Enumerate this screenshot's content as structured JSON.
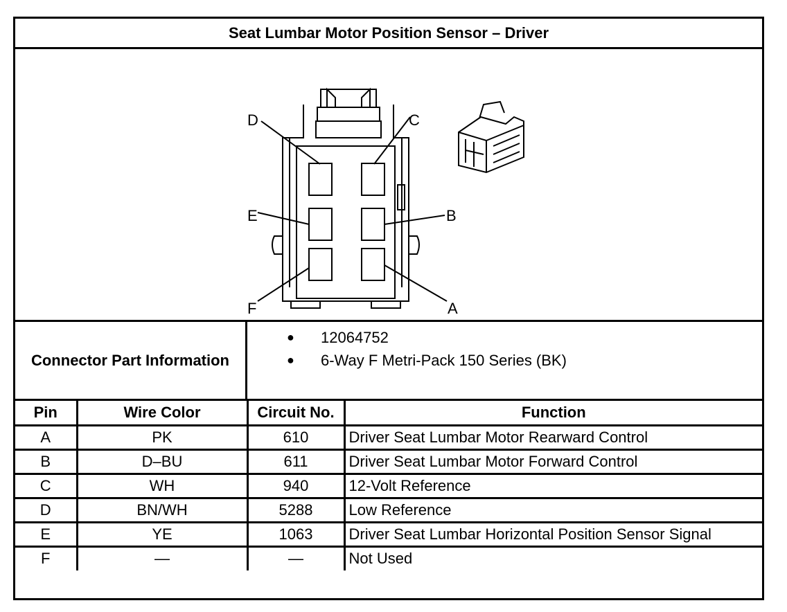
{
  "title": "Seat Lumbar Motor Position Sensor – Driver",
  "diagram": {
    "pin_labels": [
      "D",
      "C",
      "E",
      "B",
      "F",
      "A"
    ]
  },
  "connector_info": {
    "label": "Connector Part Information",
    "items": [
      "12064752",
      "6-Way F Metri-Pack 150 Series (BK)"
    ]
  },
  "table": {
    "headers": [
      "Pin",
      "Wire Color",
      "Circuit No.",
      "Function"
    ],
    "rows": [
      {
        "pin": "A",
        "wire": "PK",
        "circuit": "610",
        "function": "Driver Seat Lumbar Motor Rearward Control"
      },
      {
        "pin": "B",
        "wire": "D–BU",
        "circuit": "611",
        "function": "Driver Seat Lumbar Motor Forward Control"
      },
      {
        "pin": "C",
        "wire": "WH",
        "circuit": "940",
        "function": "12-Volt Reference"
      },
      {
        "pin": "D",
        "wire": "BN/WH",
        "circuit": "5288",
        "function": "Low Reference"
      },
      {
        "pin": "E",
        "wire": "YE",
        "circuit": "1063",
        "function": "Driver Seat Lumbar Horizontal Position Sensor Signal"
      },
      {
        "pin": "F",
        "wire": "—",
        "circuit": "—",
        "function": "Not Used"
      }
    ]
  }
}
